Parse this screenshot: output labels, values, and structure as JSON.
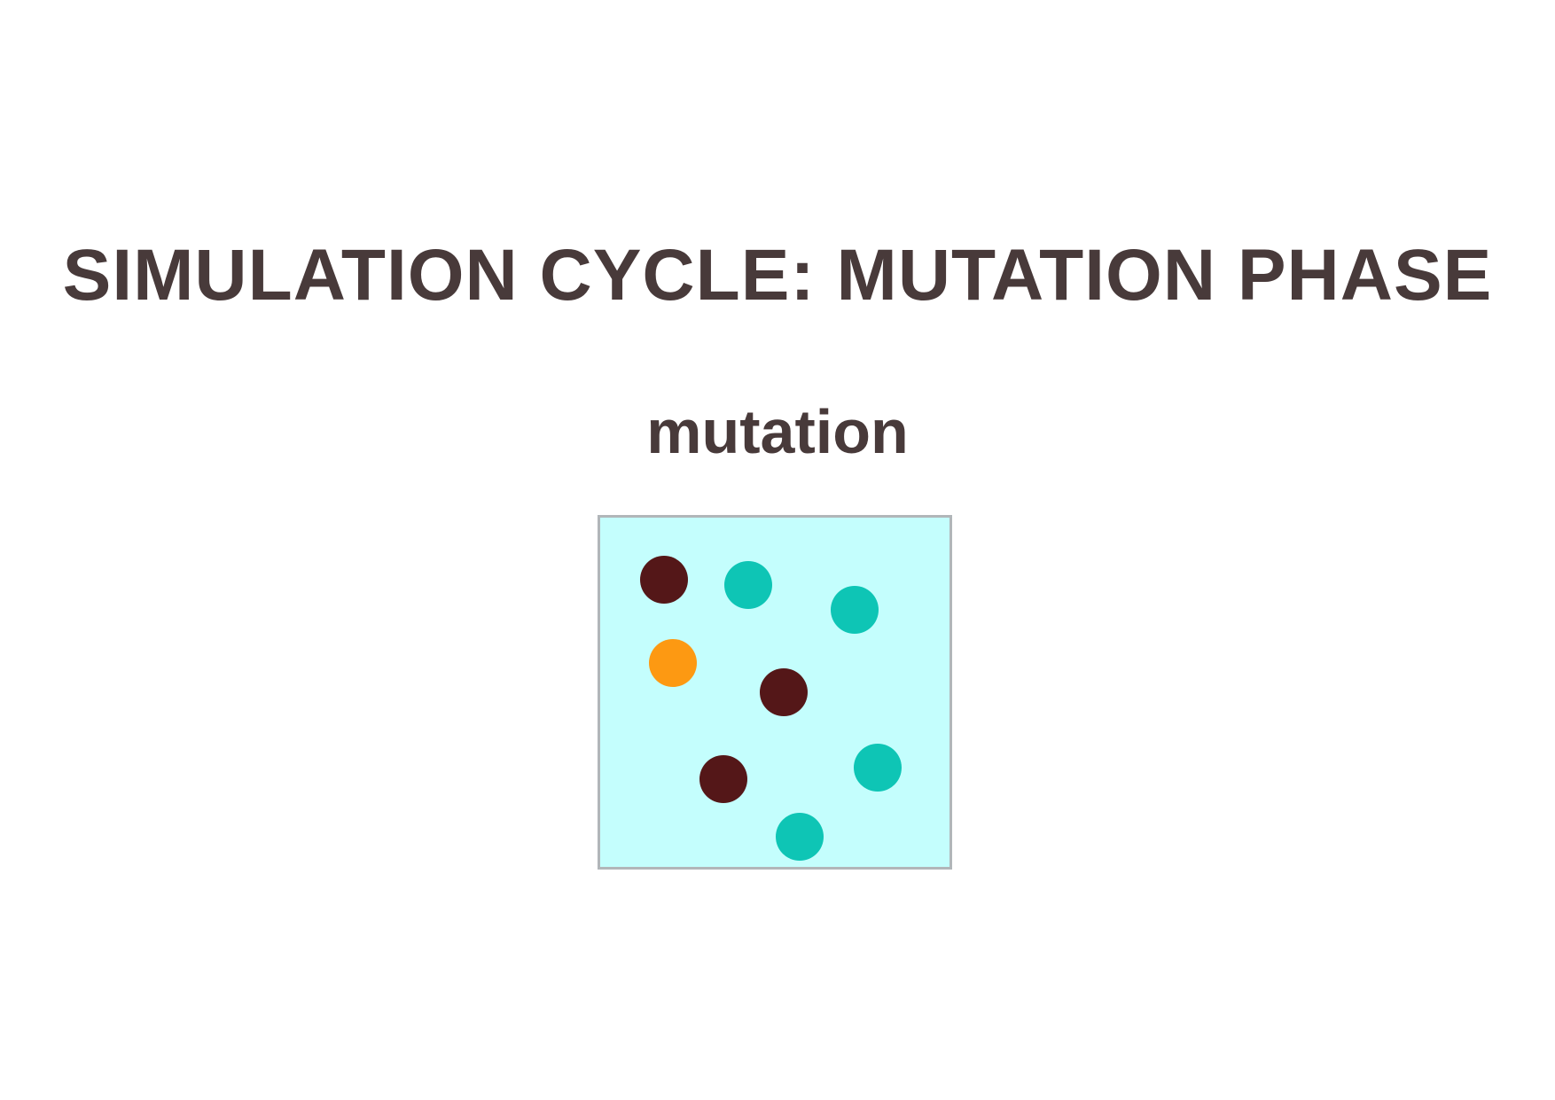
{
  "title": "SIMULATION CYCLE: MUTATION PHASE",
  "phase_label": "mutation",
  "colors": {
    "text": "#483a3a",
    "panel_fill": "#c4fefd",
    "panel_border": "#b1b6b9",
    "dark": "#541718",
    "teal": "#0ec5b5",
    "orange": "#fd9912"
  },
  "particles": [
    {
      "type": "dark"
    },
    {
      "type": "teal"
    },
    {
      "type": "teal"
    },
    {
      "type": "orange"
    },
    {
      "type": "dark"
    },
    {
      "type": "teal"
    },
    {
      "type": "dark"
    },
    {
      "type": "teal"
    }
  ]
}
